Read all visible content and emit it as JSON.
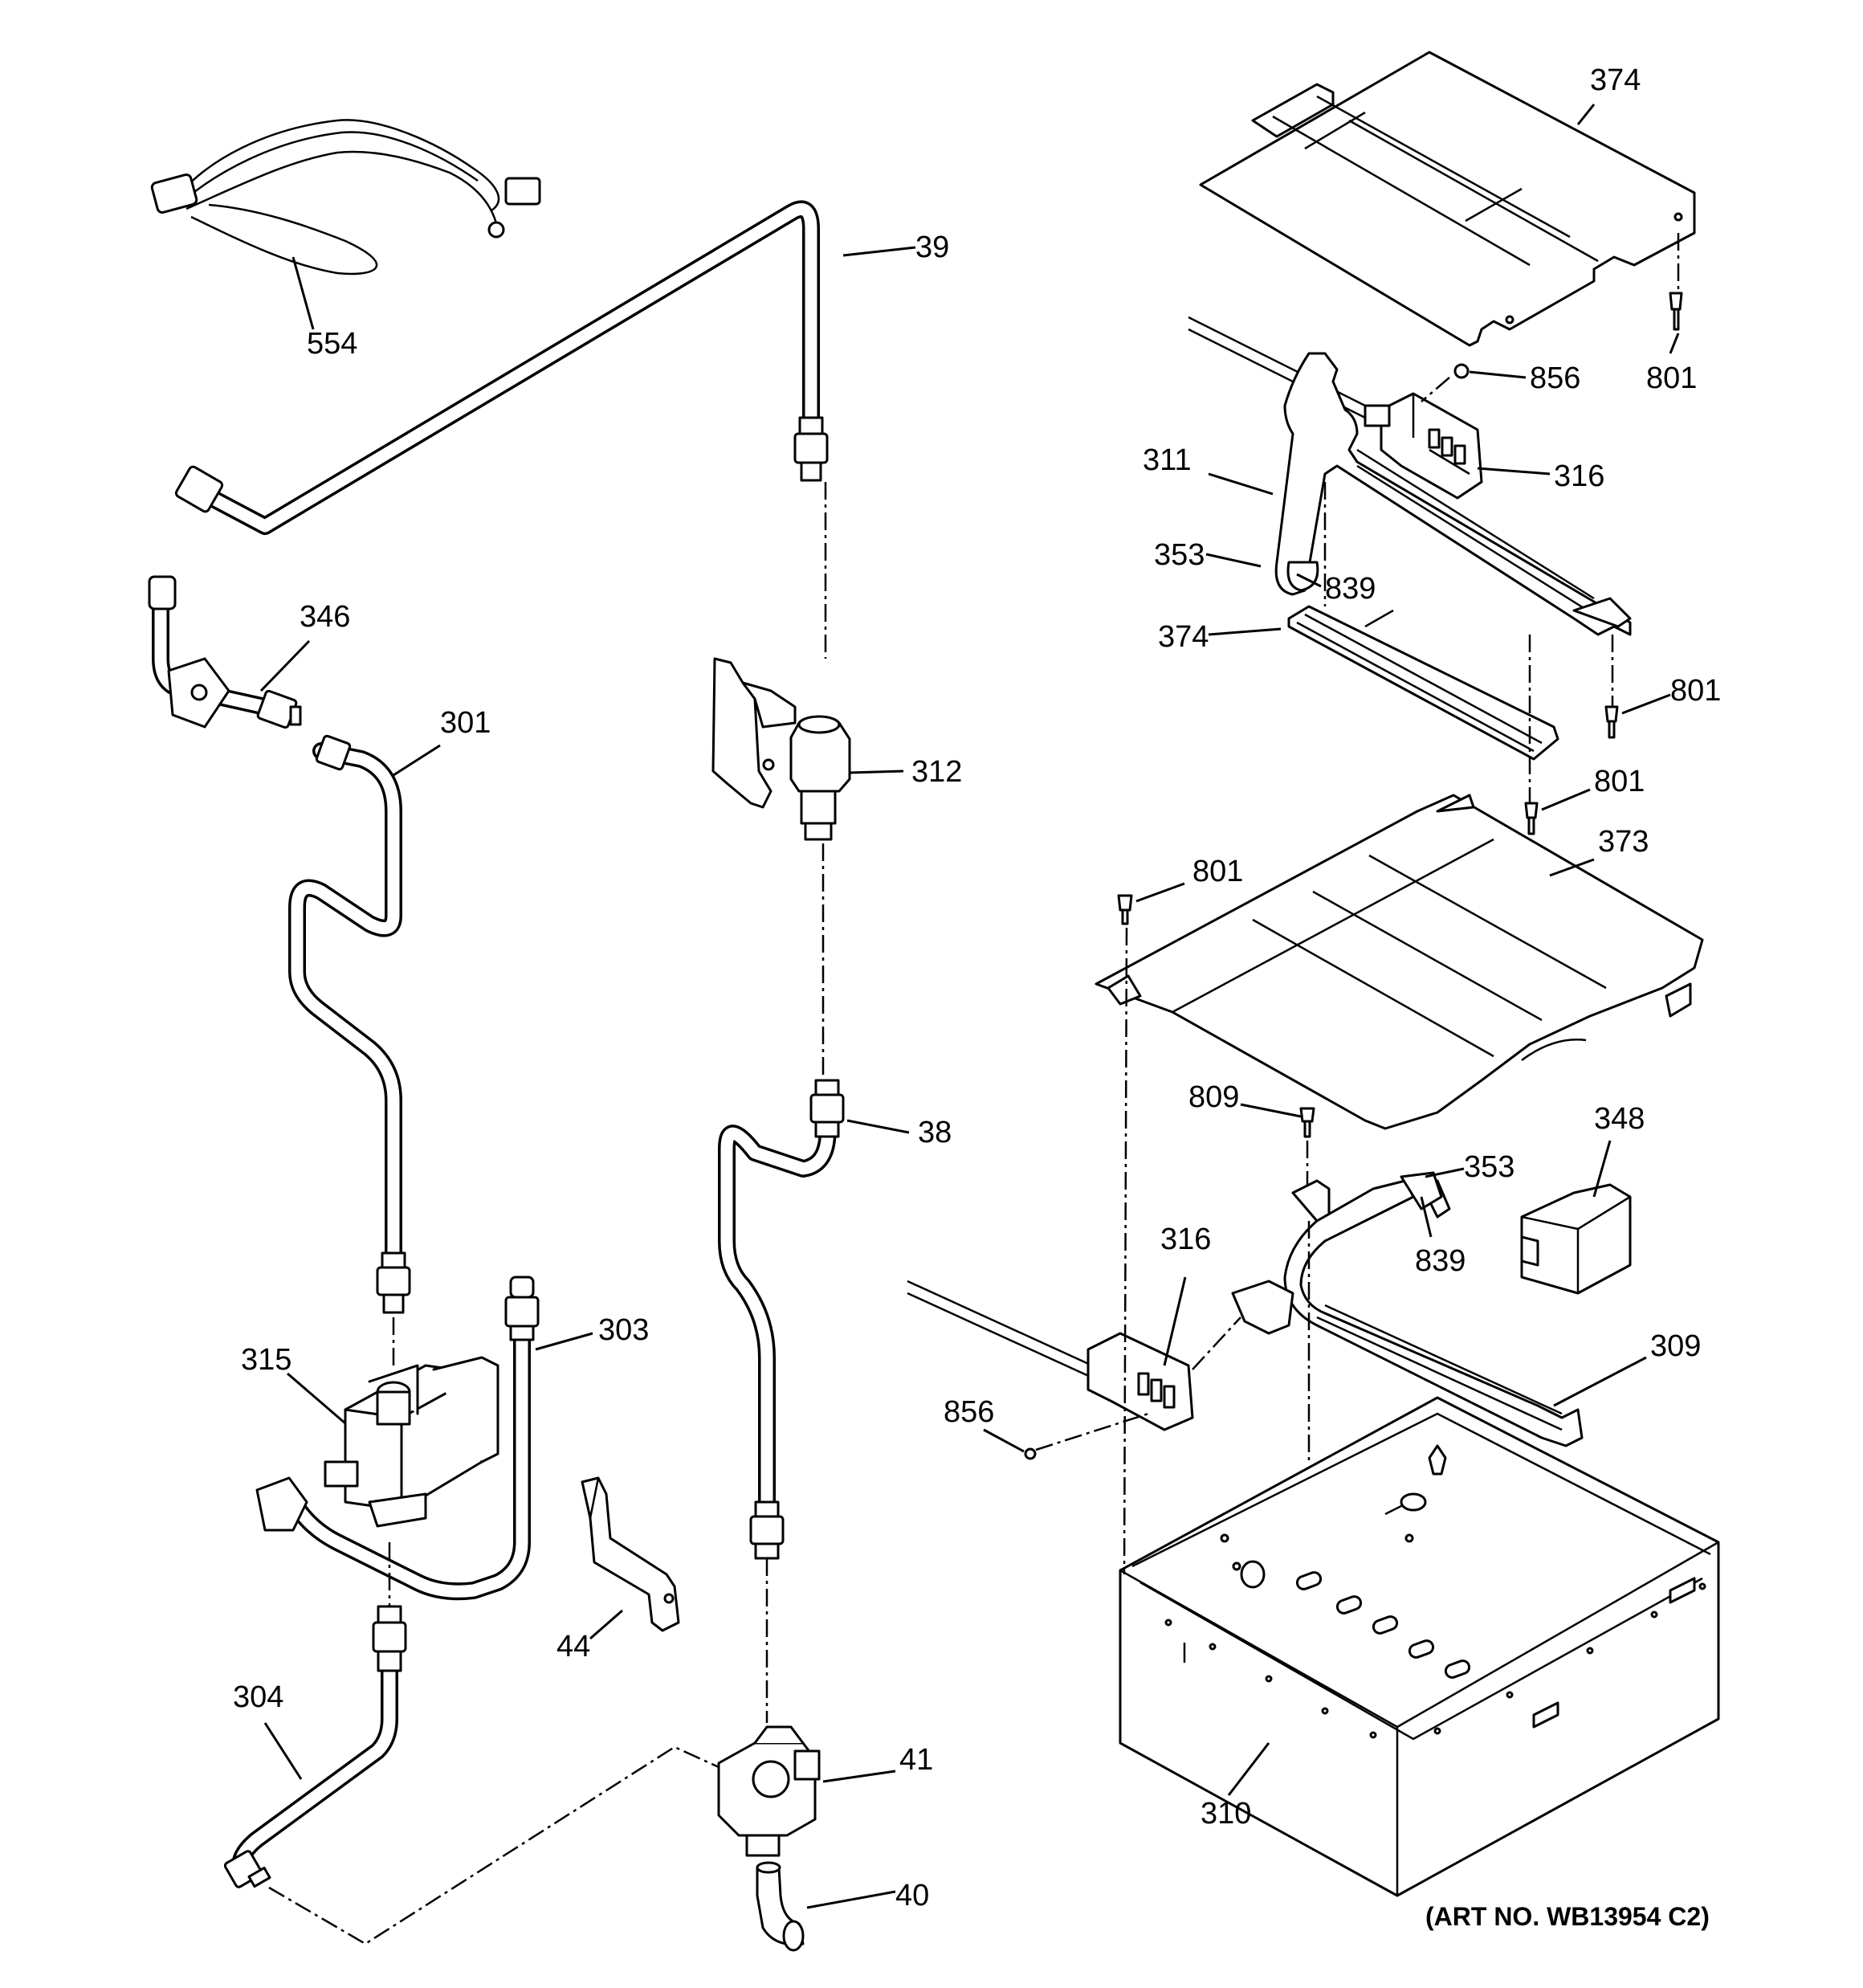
{
  "diagram": {
    "art_number": "(ART NO. WB13954 C2)",
    "callouts": {
      "c374_top": "374",
      "c39": "39",
      "c554": "554",
      "c856_top": "856",
      "c801_top": "801",
      "c311": "311",
      "c316_top": "316",
      "c353_top": "353",
      "c839_top": "839",
      "c374_mid": "374",
      "c801_mid1": "801",
      "c346": "346",
      "c301": "301",
      "c312": "312",
      "c801_mid2": "801",
      "c373": "373",
      "c801_left": "801",
      "c38": "38",
      "c809": "809",
      "c348": "348",
      "c353_low": "353",
      "c316_low": "316",
      "c839_low": "839",
      "c303": "303",
      "c315": "315",
      "c309": "309",
      "c856_low": "856",
      "c44": "44",
      "c304": "304",
      "c41": "41",
      "c310": "310",
      "c40": "40"
    }
  }
}
